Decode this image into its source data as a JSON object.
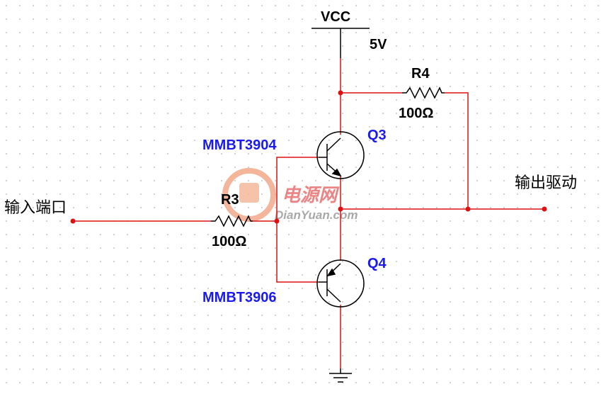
{
  "supply": {
    "name": "VCC",
    "voltage": "5V"
  },
  "input_port": {
    "label": "输入端口"
  },
  "output_port": {
    "label": "输出驱动"
  },
  "resistors": {
    "r3": {
      "ref": "R3",
      "value": "100Ω"
    },
    "r4": {
      "ref": "R4",
      "value": "100Ω"
    }
  },
  "transistors": {
    "q3": {
      "ref": "Q3",
      "part": "MMBT3904"
    },
    "q4": {
      "ref": "Q4",
      "part": "MMBT3906"
    }
  },
  "watermark": {
    "cn": "电源网",
    "en": "DianYuan.com"
  },
  "colors": {
    "wire": "#dd1111",
    "component": "#000000",
    "part_label": "#1a1aee",
    "grid_dot": "#b0b0b0",
    "watermark": "#e87070"
  }
}
